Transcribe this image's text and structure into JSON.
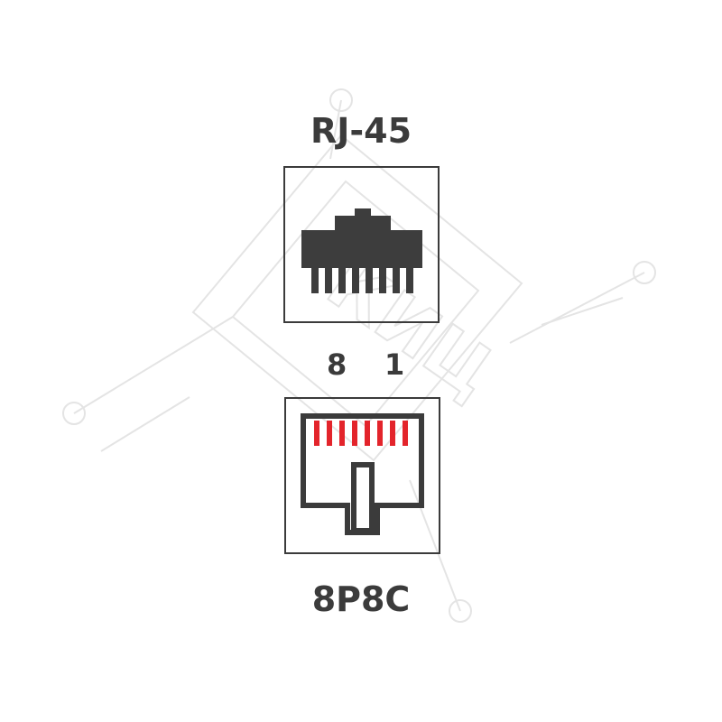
{
  "labels": {
    "top": "RJ-45",
    "bottom": "8P8C",
    "pin_left": "8",
    "pin_right": "1"
  },
  "watermark": {
    "text": "КИЦ",
    "color": "#ececec"
  },
  "colors": {
    "outline": "#3b3b3b",
    "socket_fill": "#3d3d3d",
    "contacts": "#e3242b",
    "background": "#ffffff"
  },
  "icons": {
    "socket_top": "rj45-socket-icon",
    "plug_bottom": "8p8c-plug-icon",
    "watermark": "kic-logo-watermark"
  }
}
